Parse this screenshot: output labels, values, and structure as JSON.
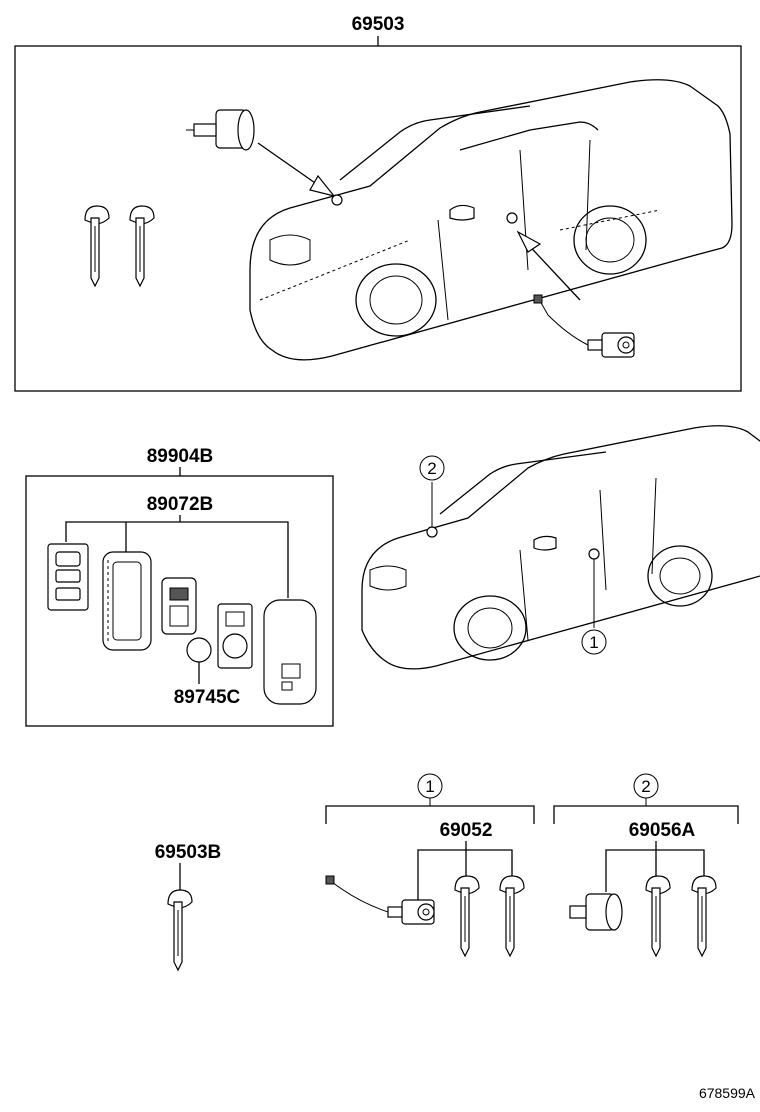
{
  "labels": {
    "top_kit": "69503",
    "remote_kit": "89904B",
    "transmitter": "89072B",
    "battery": "89745C",
    "key_blank": "69503B",
    "door_cyl_set": "69052",
    "ign_cyl_set": "69056A",
    "circle_1_car": "1",
    "circle_2_car": "2",
    "circle_1_set": "1",
    "circle_2_set": "2",
    "ref_code": "678599A"
  }
}
